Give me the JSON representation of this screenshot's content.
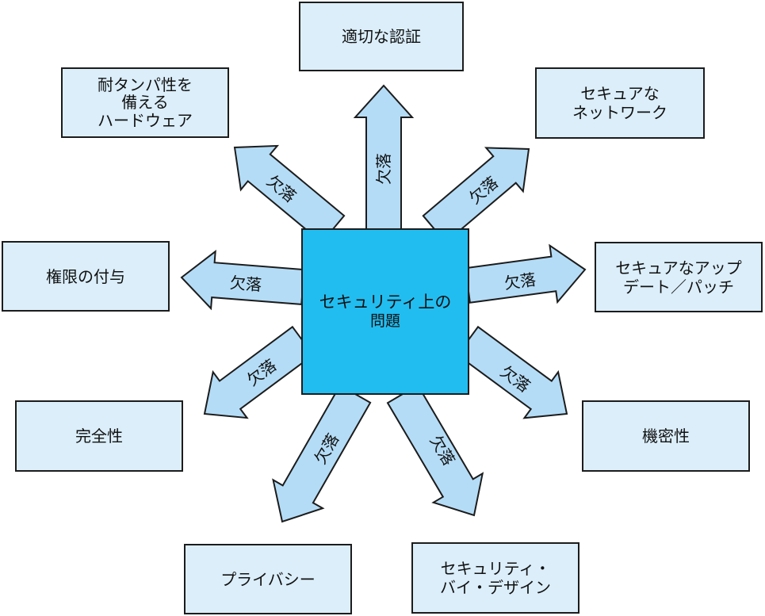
{
  "center": {
    "line1": "セキュリティ上の",
    "line2": "問題"
  },
  "arrow_label": "欠落",
  "boxes": [
    {
      "id": "authentication",
      "lines": [
        "適切な認証"
      ]
    },
    {
      "id": "secure-network",
      "lines": [
        "セキュアな",
        "ネットワーク"
      ]
    },
    {
      "id": "secure-updates",
      "lines": [
        "セキュアなアップ",
        "デート／パッチ"
      ]
    },
    {
      "id": "confidentiality",
      "lines": [
        "機密性"
      ]
    },
    {
      "id": "security-by-design",
      "lines": [
        "セキュリティ・",
        "バイ・デザイン"
      ]
    },
    {
      "id": "privacy",
      "lines": [
        "プライバシー"
      ]
    },
    {
      "id": "integrity",
      "lines": [
        "完全性"
      ]
    },
    {
      "id": "authorization",
      "lines": [
        "権限の付与"
      ]
    },
    {
      "id": "tamper-resistant-hardware",
      "lines": [
        "耐タンパ性を",
        "備える",
        "ハードウェア"
      ]
    }
  ],
  "colors": {
    "center_fill": "#22bdf0",
    "box_fill": "#dbeefa",
    "arrow_fill": "#b4dcf6",
    "outline": "#1c1c1c"
  }
}
